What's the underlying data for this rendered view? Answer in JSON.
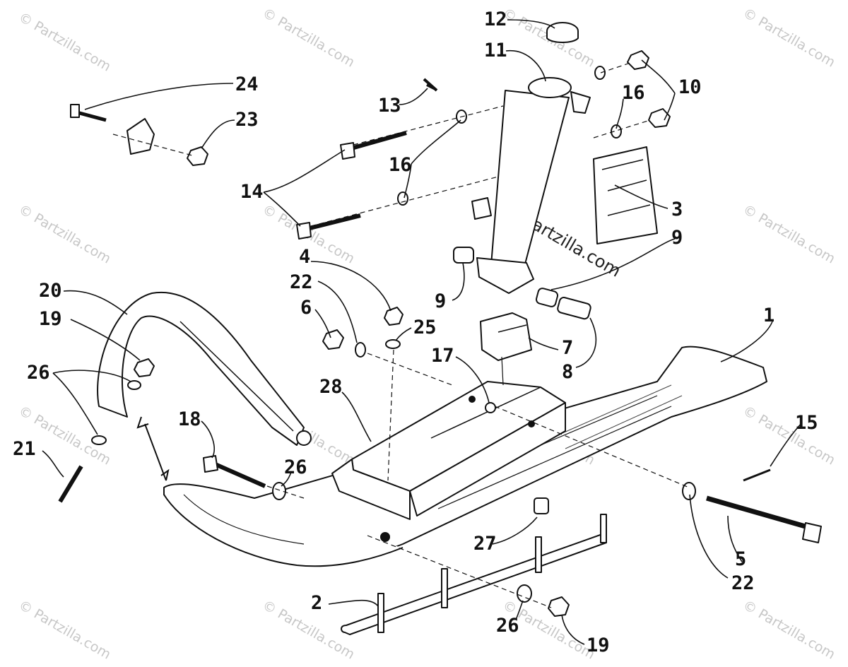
{
  "watermark_text": "© Partzilla.com",
  "center_watermark": "© Partzilla.com",
  "callouts": {
    "c1": "1",
    "c2": "2",
    "c3": "3",
    "c4": "4",
    "c5": "5",
    "c6": "6",
    "c7": "7",
    "c8": "8",
    "c9a": "9",
    "c9b": "9",
    "c10": "10",
    "c11": "11",
    "c12": "12",
    "c13": "13",
    "c14": "14",
    "c15": "15",
    "c16a": "16",
    "c16b": "16",
    "c17": "17",
    "c18": "18",
    "c19a": "19",
    "c19b": "19",
    "c20": "20",
    "c21": "21",
    "c22a": "22",
    "c22b": "22",
    "c23": "23",
    "c24": "24",
    "c25": "25",
    "c26a": "26",
    "c26b": "26",
    "c26c": "26",
    "c27": "27",
    "c28": "28"
  }
}
